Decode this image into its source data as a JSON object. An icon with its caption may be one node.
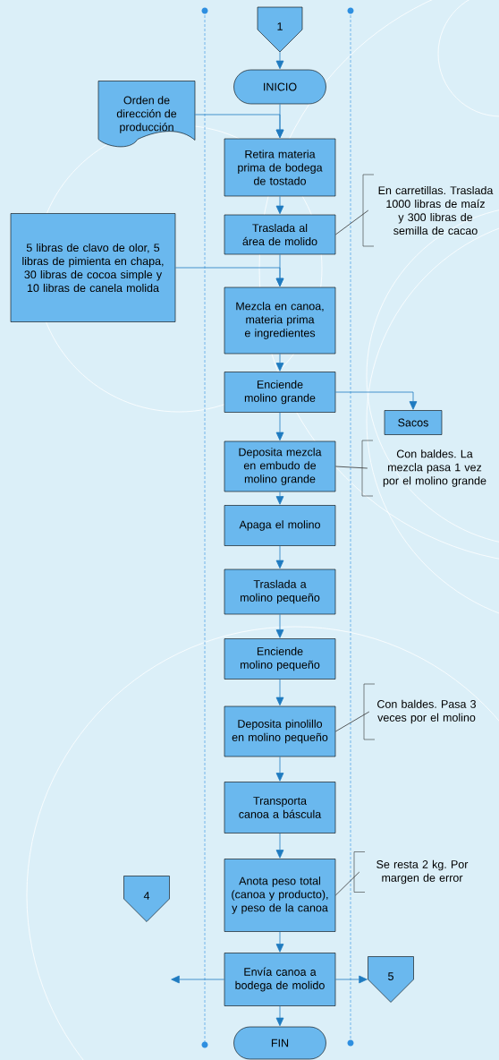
{
  "diagram": {
    "nodes": [
      {
        "text": [
          "1"
        ]
      },
      {
        "text": [
          "INICIO"
        ]
      },
      {
        "text": [
          "Orden de dirección de producción"
        ]
      },
      {
        "text": [
          "Retira materia prima de bodega de tostado"
        ]
      },
      {
        "text": [
          "En carretillas. Traslada 1000 libras de maíz y 300 libras de semilla de cacao"
        ]
      },
      {
        "text": [
          "Traslada al área de molido"
        ]
      },
      {
        "text": [
          "5 libras de clavo de olor, 5 libras de pimienta en chapa, 30 libras de cocoa simple y 10 libras de canela molida"
        ]
      },
      {
        "text": [
          "Mezcla en canoa, materia prima e ingredientes"
        ]
      },
      {
        "text": [
          "Enciende molino grande"
        ]
      },
      {
        "text": [
          "Sacos"
        ]
      },
      {
        "text": [
          "Deposita mezcla en embudo de molino grande"
        ]
      },
      {
        "text": [
          "Con baldes. La mezcla pasa 1 vez por el molino grande"
        ]
      },
      {
        "text": [
          "Apaga el molino"
        ]
      },
      {
        "text": [
          "Traslada a molino pequeño"
        ]
      },
      {
        "text": [
          "Enciende molino pequeño"
        ]
      },
      {
        "text": [
          "Deposita pinolillo en molino pequeño"
        ]
      },
      {
        "text": [
          "Con baldes. Pasa 3 veces por el molino"
        ]
      },
      {
        "text": [
          "Transporta canoa a báscula"
        ]
      },
      {
        "text": [
          "Anota peso total (canoa y producto), y peso de la canoa"
        ]
      },
      {
        "text": [
          "Se resta 2 kg. Por margen de error"
        ]
      },
      {
        "text": [
          "4"
        ]
      },
      {
        "text": [
          "Envía canoa a bodega de molido"
        ]
      },
      {
        "text": [
          "5"
        ]
      },
      {
        "text": [
          "FIN"
        ]
      }
    ],
    "edges": [
      {
        "from": 0,
        "to": 1,
        "arrow": "to"
      },
      {
        "from": 1,
        "to": 3,
        "arrow": "to"
      },
      {
        "from": 2,
        "to": 3,
        "arrow": "to"
      },
      {
        "from": 3,
        "to": 5,
        "arrow": "to"
      },
      {
        "from": 5,
        "to": 4,
        "arrow": "none",
        "color": "#333333"
      },
      {
        "from": 6,
        "to": 7,
        "arrow": "to"
      },
      {
        "from": 5,
        "to": 7,
        "arrow": "to"
      },
      {
        "from": 7,
        "to": 8,
        "arrow": "to"
      },
      {
        "from": 8,
        "to": 10,
        "arrow": "to"
      },
      {
        "from": 8,
        "to": 9,
        "arrow": "to"
      },
      {
        "from": 10,
        "to": 11,
        "arrow": "none",
        "color": "#333333"
      },
      {
        "from": 10,
        "to": 12,
        "arrow": "to"
      },
      {
        "from": 12,
        "to": 13,
        "arrow": "to"
      },
      {
        "from": 13,
        "to": 14,
        "arrow": "to"
      },
      {
        "from": 14,
        "to": 15,
        "arrow": "to"
      },
      {
        "from": 15,
        "to": 16,
        "arrow": "none",
        "color": "#333333"
      },
      {
        "from": 15,
        "to": 17,
        "arrow": "to"
      },
      {
        "from": 17,
        "to": 18,
        "arrow": "to"
      },
      {
        "from": 18,
        "to": 19,
        "arrow": "none",
        "color": "#333333"
      },
      {
        "from": 18,
        "to": 21,
        "arrow": "to"
      },
      {
        "from": 21,
        "to": null,
        "arrow": "to"
      },
      {
        "from": 21,
        "to": 22,
        "arrow": "to"
      },
      {
        "from": 21,
        "to": 23,
        "arrow": "to"
      }
    ]
  }
}
